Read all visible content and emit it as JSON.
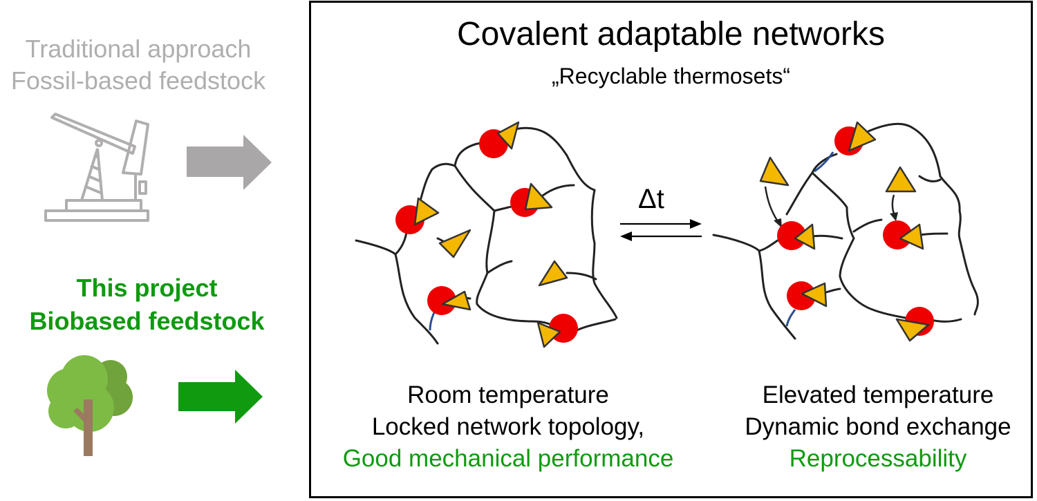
{
  "left": {
    "traditional": {
      "line1": "Traditional approach",
      "line2": "Fossil-based feedstock",
      "color": "#b0aeae"
    },
    "project": {
      "line1": "This project",
      "line2": "Biobased feedstock",
      "color": "#0f9a0f"
    },
    "icons": {
      "top": "oil-pump-icon",
      "bottom": "tree-icon",
      "arrow_top": "arrow-right-icon",
      "arrow_bottom": "arrow-right-icon"
    }
  },
  "panel": {
    "title": "Covalent adaptable networks",
    "subtitle": "„Recyclable thermosets“",
    "equilibrium_label": "Δt",
    "left_state": {
      "line1": "Room temperature",
      "line2": "Locked network topology,",
      "line3": "Good mechanical performance"
    },
    "right_state": {
      "line1": "Elevated temperature",
      "line2": "Dynamic bond exchange",
      "line3": "Reprocessability"
    },
    "colors": {
      "bond_site": "#ee0000",
      "reactive_group": "#f5b800",
      "highlight": "#0f9a0f",
      "exchanged_strand": "#2a4f8f"
    }
  }
}
